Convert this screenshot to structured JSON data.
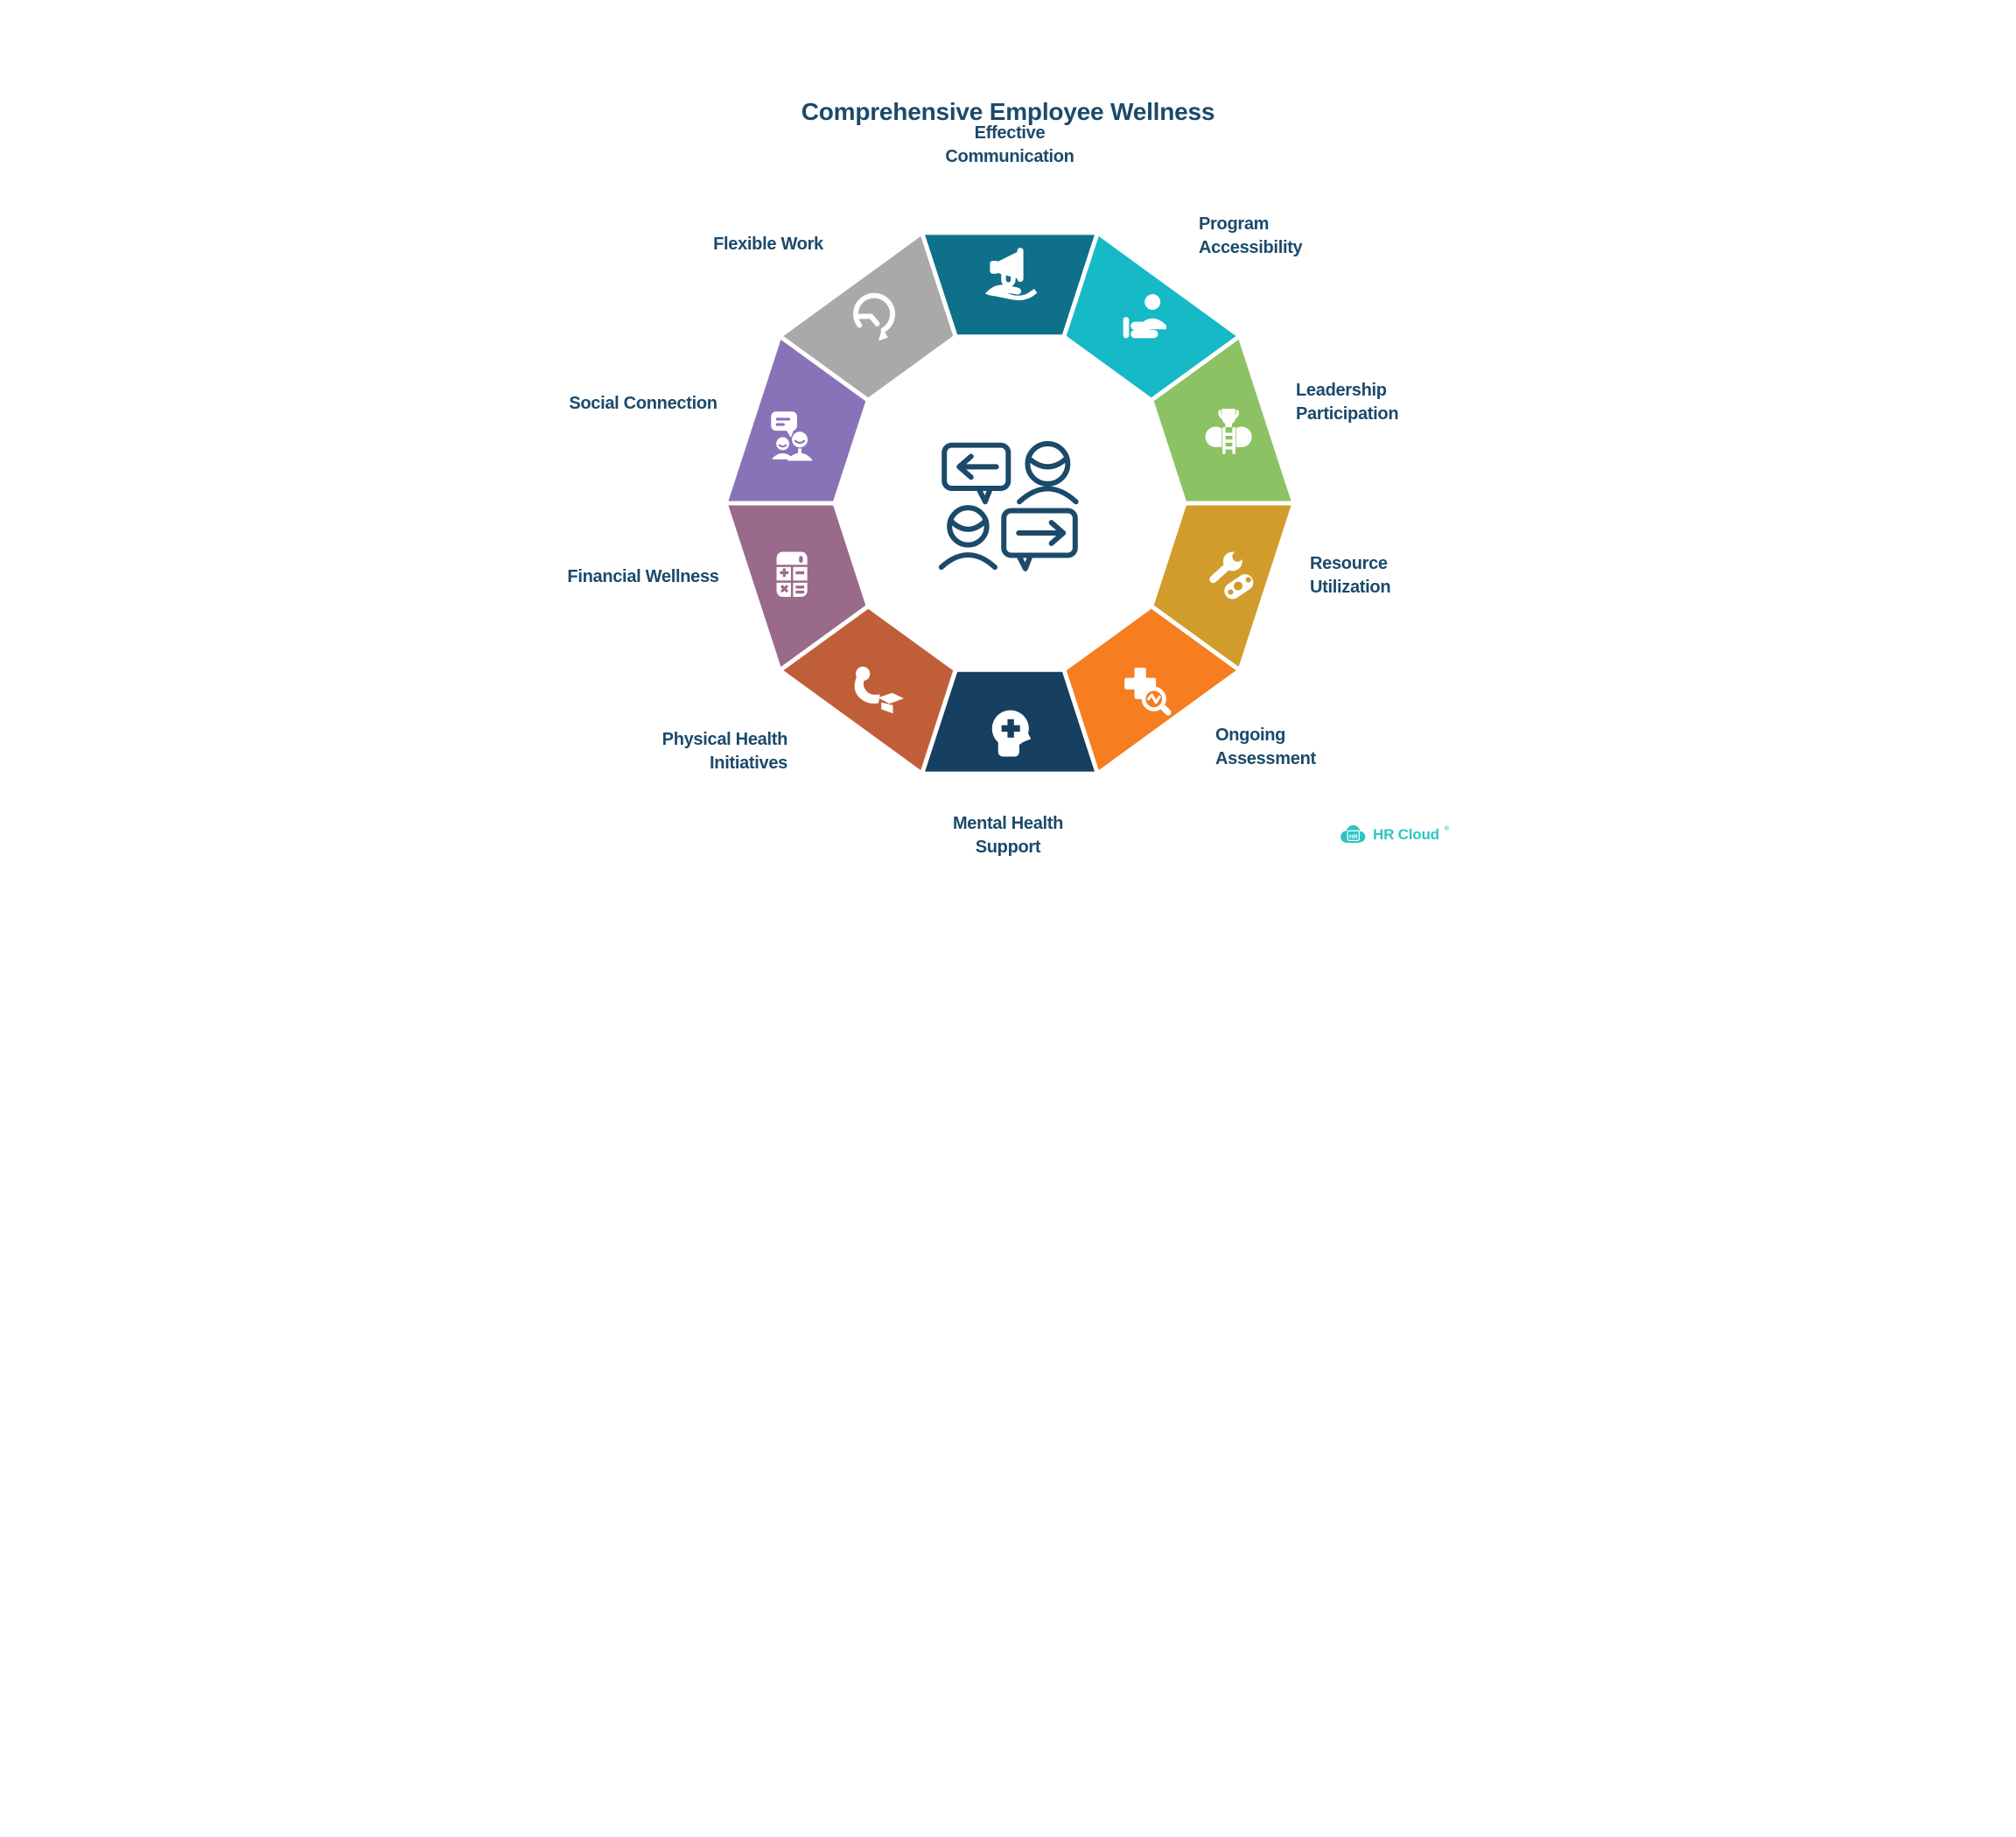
{
  "title": "Comprehensive Employee Wellness",
  "colors": {
    "text": "#1B4A6B",
    "background": "#FFFFFF"
  },
  "center": {
    "icon": "conversation-icon"
  },
  "segments": [
    {
      "label": "Effective Communication",
      "lines": [
        "Effective",
        "Communication"
      ],
      "color": "#0F7089",
      "icon": "megaphone-hand-icon"
    },
    {
      "label": "Program Accessibility",
      "lines": [
        "Program",
        "Accessibility"
      ],
      "color": "#16B9C6",
      "icon": "person-desk-icon"
    },
    {
      "label": "Leadership Participation",
      "lines": [
        "Leadership",
        "Participation"
      ],
      "color": "#8CC263",
      "icon": "trophy-ladder-icon"
    },
    {
      "label": "Resource Utilization",
      "lines": [
        "Resource",
        "Utilization"
      ],
      "color": "#D29C2D",
      "icon": "tools-icon"
    },
    {
      "label": "Ongoing Assessment",
      "lines": [
        "Ongoing",
        "Assessment"
      ],
      "color": "#F67D20",
      "icon": "medical-search-icon"
    },
    {
      "label": "Mental Health Support",
      "lines": [
        "Mental Health",
        "Support"
      ],
      "color": "#173F5F",
      "icon": "head-cross-icon"
    },
    {
      "label": "Physical Health Initiatives",
      "lines": [
        "Physical Health",
        "Initiatives"
      ],
      "color": "#C15E3A",
      "icon": "strength-icon"
    },
    {
      "label": "Financial Wellness",
      "lines": [
        "Financial Wellness"
      ],
      "color": "#996A8A",
      "icon": "calculator-icon"
    },
    {
      "label": "Social Connection",
      "lines": [
        "Social Connection"
      ],
      "color": "#8873B9",
      "icon": "chat-people-icon"
    },
    {
      "label": "Flexible Work",
      "lines": [
        "Flexible Work"
      ],
      "color": "#A9A9A9",
      "icon": "flexible-time-icon"
    }
  ],
  "logo": {
    "badge": "HR",
    "text": "HR Cloud",
    "registered": "®",
    "color": "#2CC5C6"
  }
}
